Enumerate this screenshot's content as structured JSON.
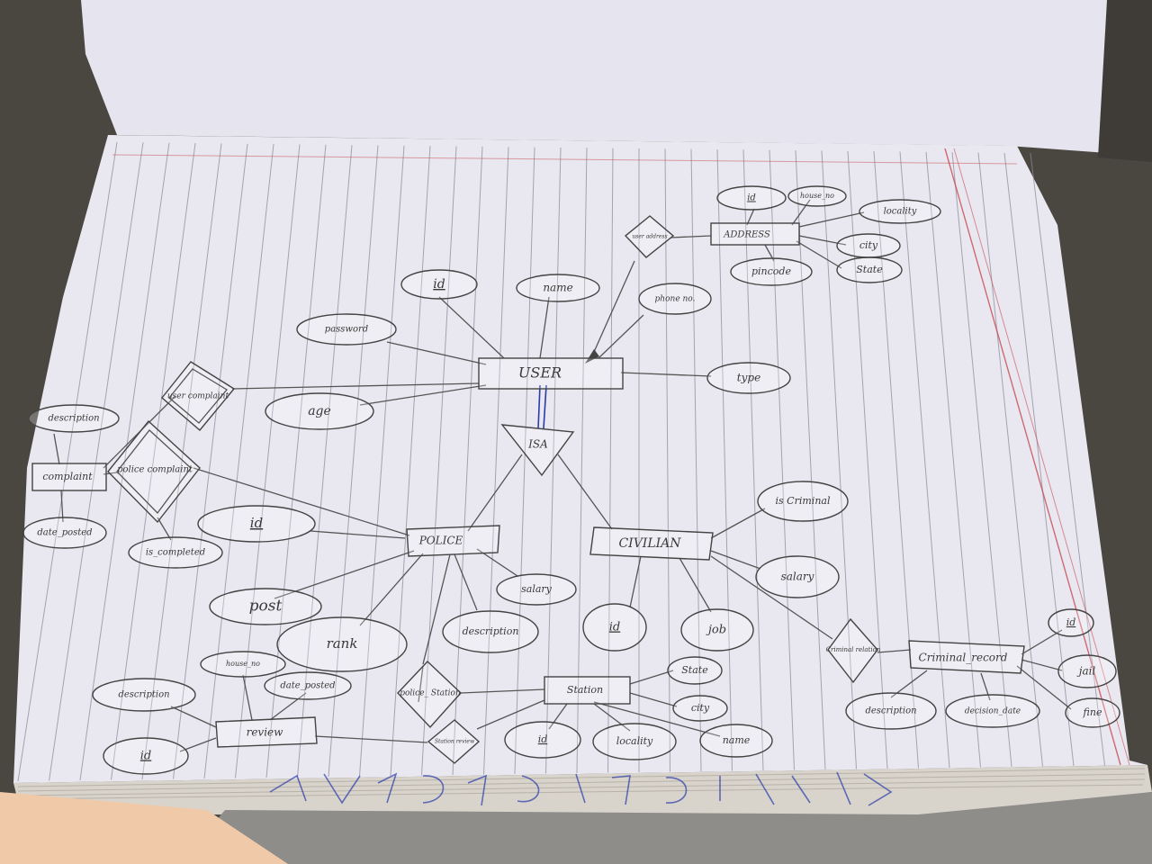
{
  "diagram": {
    "entities": {
      "user": "USER",
      "address": "ADDRESS",
      "police": "POLICE",
      "civilian": "CIVILIAN",
      "complaint": "complaint",
      "station": "Station",
      "review": "review",
      "criminal_record": "Criminal_record"
    },
    "relationships": {
      "isa": "ISA",
      "user_address": "user address",
      "user_complaint": "user complaint",
      "police_complaint": "police complaint",
      "police_station": "police_ Station",
      "station_review": "Station review",
      "criminal_relation": "Criminal relation"
    },
    "attributes": {
      "address_id": "id",
      "house_no": "house_no",
      "locality": "locality",
      "city": "city",
      "state": "State",
      "pincode": "pincode",
      "user_id": "id",
      "user_name": "name",
      "phone_no": "phone no.",
      "password": "password",
      "type": "type",
      "age": "age",
      "complaint_description": "description",
      "date_posted": "date_posted",
      "is_completed": "is_completed",
      "police_id": "id",
      "post": "post",
      "rank": "rank",
      "police_salary": "salary",
      "police_description": "description",
      "is_criminal": "is Criminal",
      "civilian_salary": "salary",
      "civilian_id": "id",
      "job": "job",
      "station_state": "State",
      "station_city": "city",
      "station_id": "id",
      "station_locality": "locality",
      "station_name": "name",
      "review_house_no": "house_no",
      "review_date_posted": "date_posted",
      "review_description": "description",
      "review_id": "id",
      "record_id": "id",
      "jail": "jail",
      "fine": "fine",
      "record_description": "description",
      "decision_date": "decision_date"
    }
  }
}
